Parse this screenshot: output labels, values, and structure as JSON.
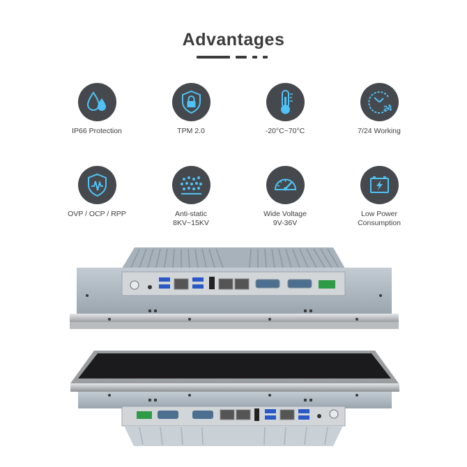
{
  "header": {
    "title": "Advantages"
  },
  "features": [
    {
      "icon": "water-drop-icon",
      "label": "IP66 Protection"
    },
    {
      "icon": "shield-lock-icon",
      "label": "TPM 2.0"
    },
    {
      "icon": "thermometer-icon",
      "label": "-20°C~70°C"
    },
    {
      "icon": "clock-24-icon",
      "label": "7/24 Working"
    },
    {
      "icon": "shield-wave-icon",
      "label": "OVP / OCP / RPP"
    },
    {
      "icon": "antistatic-dots-icon",
      "label": "Anti-static\n8KV~15KV"
    },
    {
      "icon": "gauge-icon",
      "label": "Wide Voltage\n9V-36V"
    },
    {
      "icon": "battery-icon",
      "label": "Low Power\nConsumption"
    }
  ],
  "colors": {
    "icon_circle": "#45494d",
    "icon_accent": "#4fc3f7",
    "chassis": "#a9b4bd",
    "screen": "#1b1b1d"
  }
}
